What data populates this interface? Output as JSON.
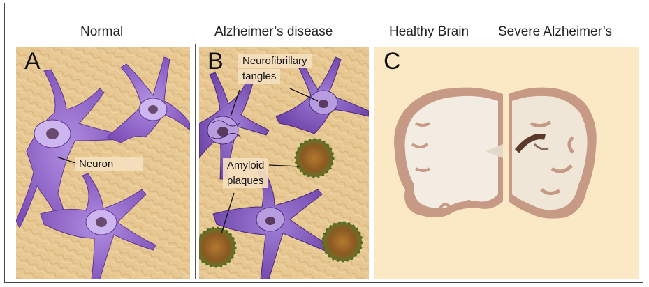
{
  "figure": {
    "titles": {
      "normal": "Normal",
      "alzheimers": "Alzheimer’s disease",
      "healthy_brain": "Healthy Brain",
      "severe_alzheimers": "Severe Alzheimer’s"
    },
    "panels": {
      "a": {
        "letter": "A",
        "labels": {
          "neuron": "Neuron"
        }
      },
      "b": {
        "letter": "B",
        "labels": {
          "tangles_line1": "Neurofibrillary",
          "tangles_line2": "tangles",
          "plaques_line1": "Amyloid",
          "plaques_line2": "plaques"
        }
      },
      "c": {
        "letter": "C"
      }
    },
    "colors": {
      "tissue_bg": "#e7c892",
      "neuron": "#8a5cc4",
      "neuron_dark": "#5e3796",
      "plaque": "#8a5a22",
      "panel_c_bg": "#fbe8c4",
      "brain_white": "#f3ece3",
      "brain_cortex": "#c79a86"
    }
  }
}
